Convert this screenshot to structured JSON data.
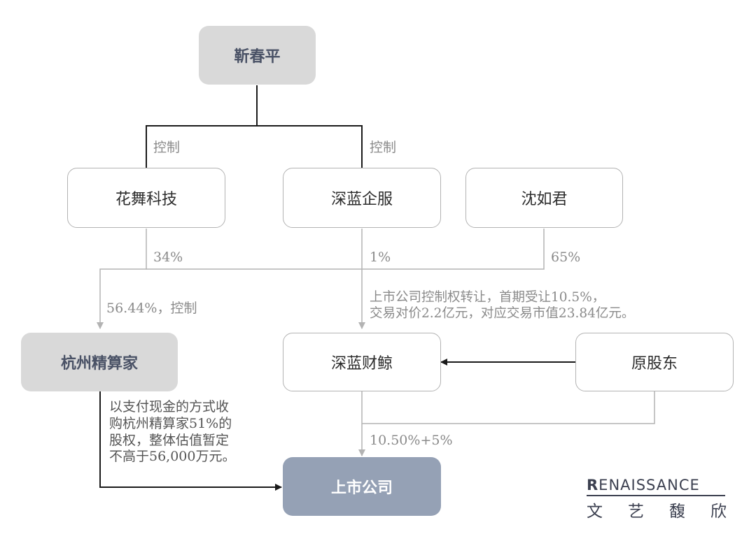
{
  "nodes": {
    "jin_chunping": "靳春平",
    "huawu_tech": "花舞科技",
    "shenlan_qifu": "深蓝企服",
    "shen_rujun": "沈如君",
    "hangzhou_jingsuanjia": "杭州精算家",
    "shenlan_caijing": "深蓝财鲸",
    "original_shareholders": "原股东",
    "listed_company": "上市公司"
  },
  "edge_labels": {
    "control_left": "控制",
    "control_right": "控制",
    "huawu_pct": "34%",
    "shenlan_qifu_pct": "1%",
    "shen_rujun_pct": "65%",
    "control_jingsuanjia": "56.44%，控制",
    "transfer_note": "上市公司控制权转让，首期受让10.5%，\n交易对价2.2亿元，对应交易市值23.84亿元。",
    "acquisition_note": "以支付现金的方式收\n购杭州精算家51%的\n股权，整体估值暂定\n不高于56,000万元。",
    "stake_to_listed": "10.50%+5%"
  },
  "logo": {
    "mark": "R",
    "english": "ENAISSANCE",
    "chinese": [
      "文",
      "艺",
      "馥",
      "欣"
    ]
  },
  "colors": {
    "dark_line": "#1a1a1a",
    "gray_line": "#b3b3b3",
    "gray_box": "#d9d9d9",
    "blue_box": "#95a1b5"
  }
}
